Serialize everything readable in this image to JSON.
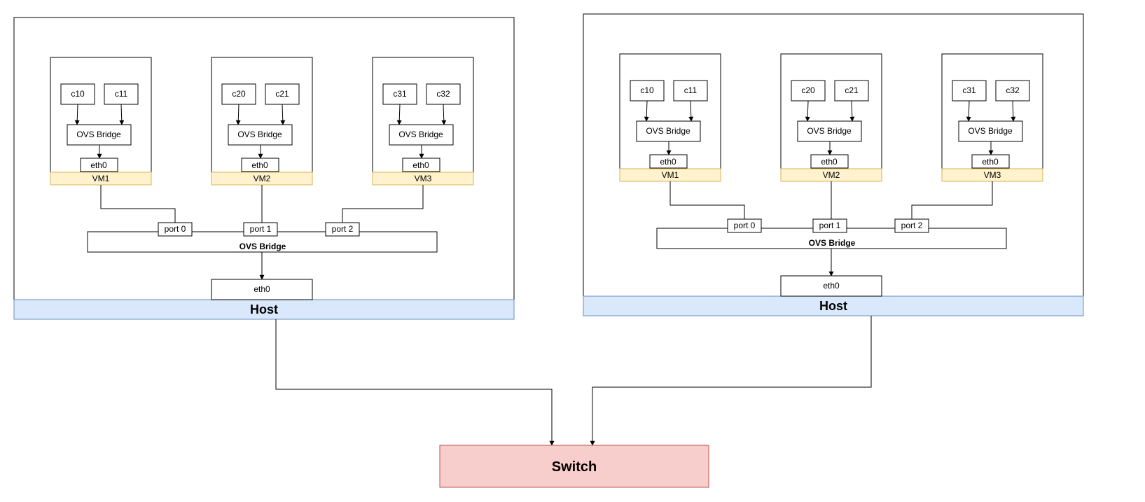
{
  "colors": {
    "vm_label_fill": "#fff2cc",
    "vm_label_stroke": "#d6b656",
    "host_label_fill": "#dae8fc",
    "host_label_stroke": "#6c8ebf",
    "switch_fill": "#f8cecc",
    "switch_stroke": "#b85450"
  },
  "hosts": [
    {
      "label": "Host",
      "bridge_label": "OVS Bridge",
      "eth_label": "eth0",
      "ports": [
        "port 0",
        "port 1",
        "port 2"
      ],
      "vms": [
        {
          "label": "VM1",
          "containers": [
            "c10",
            "c11"
          ],
          "bridge": "OVS Bridge",
          "eth": "eth0"
        },
        {
          "label": "VM2",
          "containers": [
            "c20",
            "c21"
          ],
          "bridge": "OVS Bridge",
          "eth": "eth0"
        },
        {
          "label": "VM3",
          "containers": [
            "c31",
            "c32"
          ],
          "bridge": "OVS Bridge",
          "eth": "eth0"
        }
      ]
    },
    {
      "label": "Host",
      "bridge_label": "OVS Bridge",
      "eth_label": "eth0",
      "ports": [
        "port 0",
        "port 1",
        "port 2"
      ],
      "vms": [
        {
          "label": "VM1",
          "containers": [
            "c10",
            "c11"
          ],
          "bridge": "OVS Bridge",
          "eth": "eth0"
        },
        {
          "label": "VM2",
          "containers": [
            "c20",
            "c21"
          ],
          "bridge": "OVS Bridge",
          "eth": "eth0"
        },
        {
          "label": "VM3",
          "containers": [
            "c31",
            "c32"
          ],
          "bridge": "OVS Bridge",
          "eth": "eth0"
        }
      ]
    }
  ],
  "switch": {
    "label": "Switch"
  }
}
